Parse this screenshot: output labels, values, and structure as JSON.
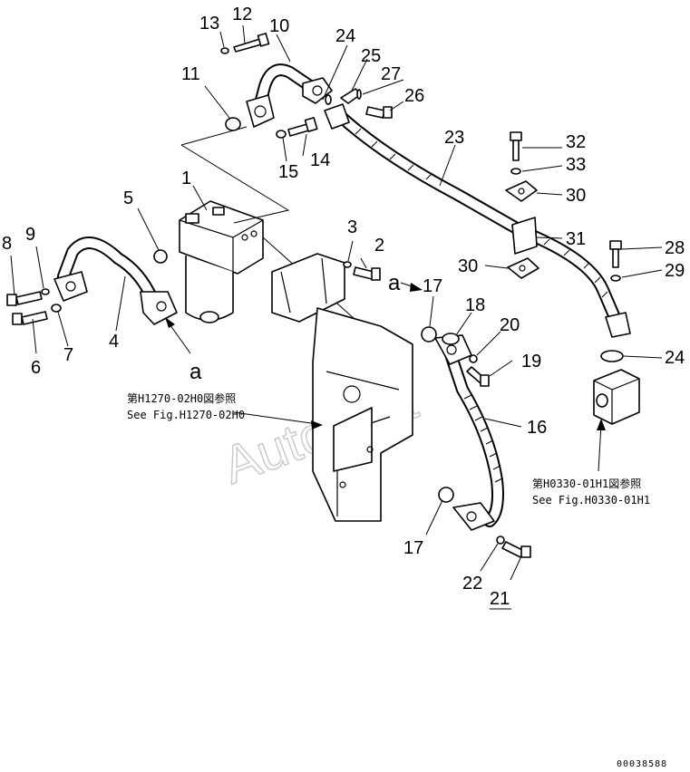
{
  "callouts": {
    "c1": "1",
    "c2": "2",
    "c3": "3",
    "c4": "4",
    "c5": "5",
    "c6": "6",
    "c7": "7",
    "c8": "8",
    "c9": "9",
    "c10": "10",
    "c11": "11",
    "c12": "12",
    "c13": "13",
    "c14": "14",
    "c15": "15",
    "c16": "16",
    "c17a": "17",
    "c17b": "17",
    "c18": "18",
    "c19": "19",
    "c20": "20",
    "c21": "21",
    "c22": "22",
    "c23": "23",
    "c24a": "24",
    "c24b": "24",
    "c25": "25",
    "c26": "26",
    "c27": "27",
    "c28": "28",
    "c29": "29",
    "c30a": "30",
    "c30b": "30",
    "c31": "31",
    "c32": "32",
    "c33": "33"
  },
  "ref_marks": {
    "a_left": "a",
    "a_right": "a"
  },
  "references": {
    "left_jp": "第H1270-02H0図参照",
    "left_en": "See Fig.H1270-02H0",
    "right_jp": "第H0330-01H1図参照",
    "right_en": "See Fig.H0330-01H1"
  },
  "watermark": "AutoSoft",
  "doc_id": "00038588"
}
